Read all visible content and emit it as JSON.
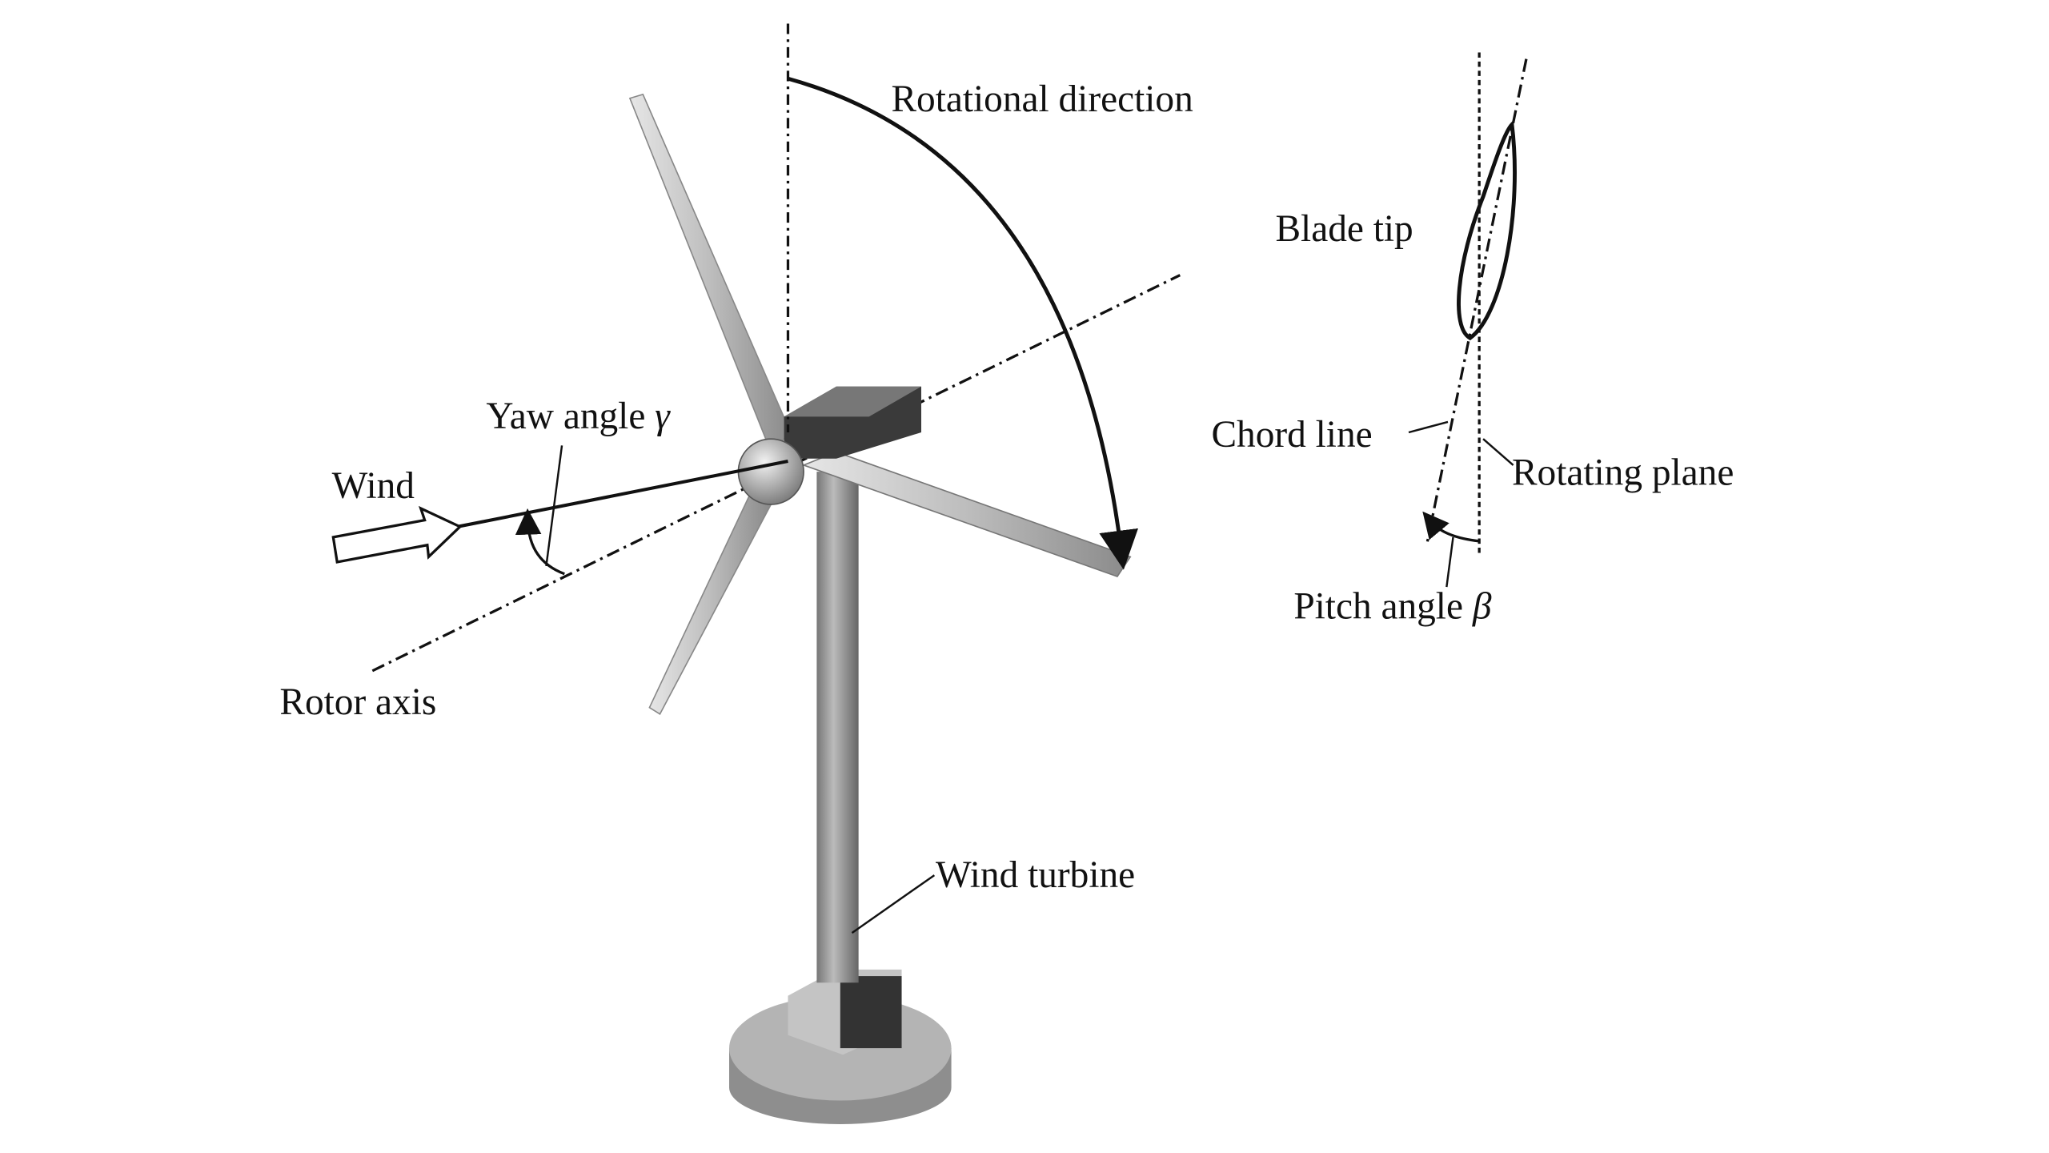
{
  "labels": {
    "rotational_direction": "Rotational direction",
    "yaw_angle": "Yaw angle",
    "yaw_symbol": "γ",
    "wind": "Wind",
    "rotor_axis": "Rotor axis",
    "wind_turbine": "Wind turbine",
    "blade_tip": "Blade tip",
    "chord_line": "Chord line",
    "rotating_plane": "Rotating plane",
    "pitch_angle": "Pitch angle",
    "pitch_symbol": "β"
  },
  "colors": {
    "line": "#111111",
    "blade": "#c8c8c8",
    "tower": "#9a9a9a",
    "nacelle": "#3a3a3a"
  }
}
